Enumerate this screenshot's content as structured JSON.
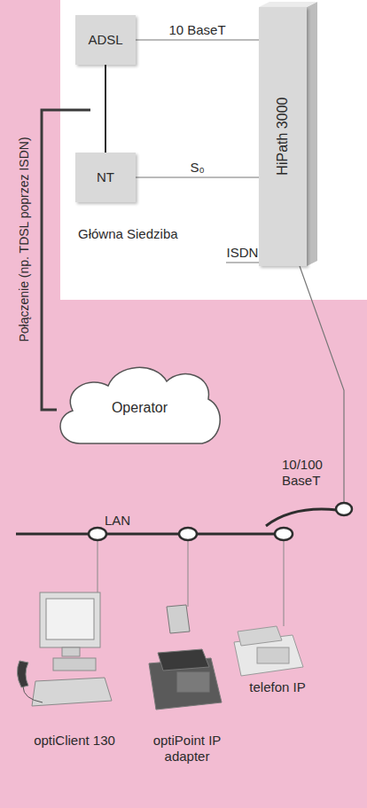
{
  "diagram": {
    "nodes": [
      {
        "text": [
          "Główna Siedziba"
        ]
      },
      {
        "text": [
          "ADSL"
        ],
        "in": 0
      },
      {
        "text": [
          "NT"
        ],
        "in": 0
      },
      {
        "text": [
          "HiPath 3000"
        ],
        "in": 0
      },
      {
        "text": [
          "Operator"
        ]
      },
      {
        "text": [
          "optiClient 130"
        ]
      },
      {
        "text": [
          "optiPoint IP adapter"
        ]
      },
      {
        "text": [
          "telefon IP"
        ]
      }
    ],
    "edges": [
      {
        "from": 1,
        "to": 3,
        "arrow": "none",
        "label": "10 BaseT"
      },
      {
        "from": 2,
        "to": 3,
        "arrow": "none",
        "label": "S₀"
      },
      {
        "from": 1,
        "to": 2,
        "arrow": "none"
      },
      {
        "from": 3,
        "to": 4,
        "arrow": "none",
        "label": "ISDN"
      }
    ],
    "labels": [
      "Połączenie (np. TDSL poprzez ISDN)",
      "10/100 BaseT",
      "LAN"
    ]
  }
}
